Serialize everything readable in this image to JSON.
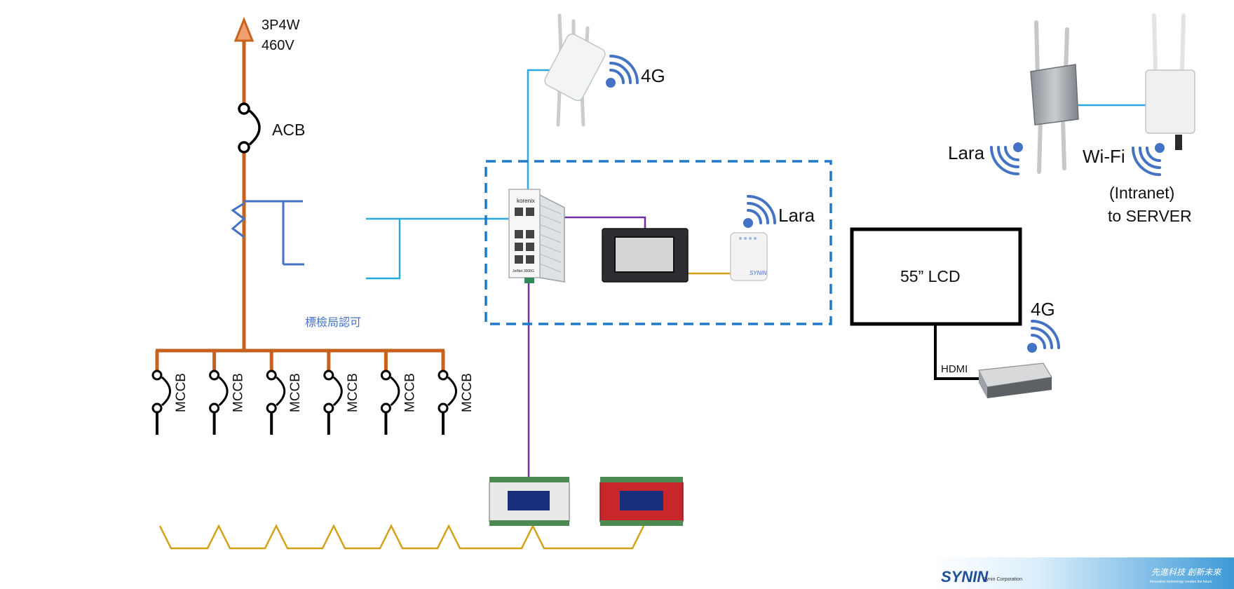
{
  "power": {
    "supply_line1": "3P4W",
    "supply_line2": "460V",
    "main_breaker": "ACB",
    "approval_note": "標檢局認可",
    "branch_breakers": [
      "MCCB",
      "MCCB",
      "MCCB",
      "MCCB",
      "MCCB",
      "MCCB"
    ]
  },
  "network": {
    "router_4g_label": "4G",
    "lara_label": "Lara",
    "ap_lara_label": "Lara",
    "ap_wifi_label": "Wi-Fi",
    "intranet_line1": "(Intranet)",
    "intranet_line2": "to SERVER",
    "switch_brand": "korenix",
    "switch_model": "JetNet 3008G",
    "gateway_brand": "SYNIN"
  },
  "display": {
    "lcd_label": "55” LCD",
    "hdmi_label": "HDMI",
    "box_4g_label": "4G"
  },
  "footer": {
    "logo_text": "SYNIN",
    "company": "Synin Corporation",
    "slogan_zh": "先進科技 創新未來",
    "slogan_en": "Innovative technology creates the future"
  },
  "colors": {
    "power_line": "#c8601e",
    "network_line": "#29a8dc",
    "ct_symbol": "#4472c4",
    "purple_line": "#7030a0",
    "gold_line": "#d4a017",
    "dashed_box": "#1f78c8",
    "wifi": "#4472c4"
  }
}
